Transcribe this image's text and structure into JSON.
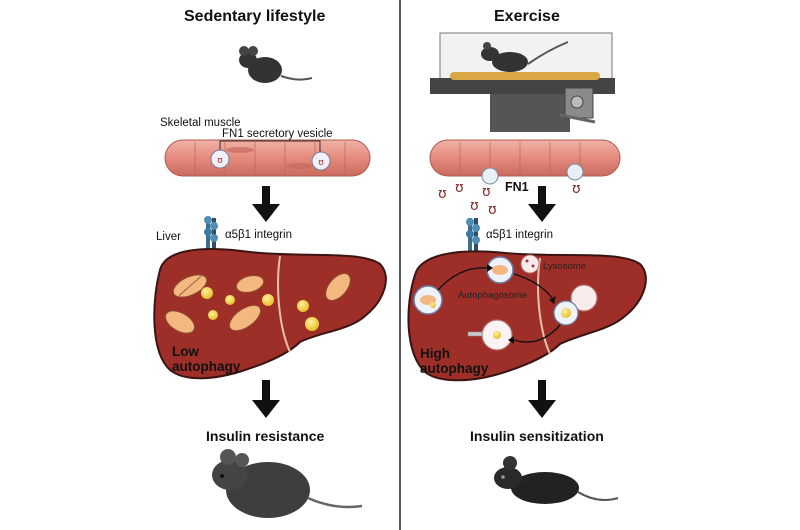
{
  "left": {
    "title": "Sedentary lifestyle",
    "muscle_label": "Skeletal muscle",
    "vesicle_label": "FN1 secretory vesicle",
    "liver_label": "Liver",
    "integrin_label": "α5β1 integrin",
    "autophagy_label_line1": "Low",
    "autophagy_label_line2": "autophagy",
    "outcome": "Insulin resistance"
  },
  "right": {
    "title": "Exercise",
    "fn1_label": "FN1",
    "integrin_label": "α5β1 integrin",
    "lysosome_label": "Lysosome",
    "autophagosome_label": "Autophagosome",
    "autophagy_label_line1": "High",
    "autophagy_label_line2": "autophagy",
    "outcome": "Insulin sensitization"
  },
  "colors": {
    "liver": "#9e2f28",
    "liver_outline": "#3a1412",
    "muscle": "#e8978a",
    "mouse": "#3c3c3c",
    "fat_droplet": "#f2cc2a",
    "arrow": "#111111"
  }
}
